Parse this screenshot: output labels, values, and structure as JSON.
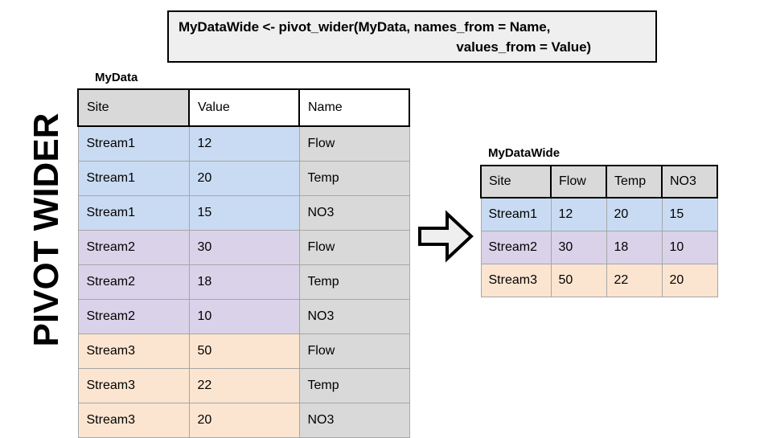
{
  "code_box": {
    "line1": "MyDataWide <- pivot_wider(MyData, names_from = Name,",
    "line2": "values_from = Value)"
  },
  "side_label": {
    "text": "PIVOT WIDER"
  },
  "arrow": {
    "icon": "right-block-arrow-icon",
    "fill": "#efefef",
    "stroke": "#000000"
  },
  "colors": {
    "stream1": "#c9dbf2",
    "stream2": "#d9d2e9",
    "stream3": "#fce5d0",
    "gray": "#d9d9d9",
    "white": "#ffffff",
    "border": "#a6a6a6",
    "header_border": "#000000"
  },
  "long_table": {
    "caption": "MyData",
    "columns": [
      "Site",
      "Value",
      "Name"
    ],
    "header_fills": [
      "gray",
      "white",
      "white"
    ],
    "rows": [
      {
        "cells": [
          "Stream1",
          "12",
          "Flow"
        ],
        "fills": [
          "blue",
          "blue",
          "gray"
        ]
      },
      {
        "cells": [
          "Stream1",
          "20",
          "Temp"
        ],
        "fills": [
          "blue",
          "blue",
          "gray"
        ]
      },
      {
        "cells": [
          "Stream1",
          "15",
          "NO3"
        ],
        "fills": [
          "blue",
          "blue",
          "gray"
        ]
      },
      {
        "cells": [
          "Stream2",
          "30",
          "Flow"
        ],
        "fills": [
          "purple",
          "purple",
          "gray"
        ]
      },
      {
        "cells": [
          "Stream2",
          "18",
          "Temp"
        ],
        "fills": [
          "purple",
          "purple",
          "gray"
        ]
      },
      {
        "cells": [
          "Stream2",
          "10",
          "NO3"
        ],
        "fills": [
          "purple",
          "purple",
          "gray"
        ]
      },
      {
        "cells": [
          "Stream3",
          "50",
          "Flow"
        ],
        "fills": [
          "orange",
          "orange",
          "gray"
        ]
      },
      {
        "cells": [
          "Stream3",
          "22",
          "Temp"
        ],
        "fills": [
          "orange",
          "orange",
          "gray"
        ]
      },
      {
        "cells": [
          "Stream3",
          "20",
          "NO3"
        ],
        "fills": [
          "orange",
          "orange",
          "gray"
        ]
      }
    ]
  },
  "wide_table": {
    "caption": "MyDataWide",
    "columns": [
      "Site",
      "Flow",
      "Temp",
      "NO3"
    ],
    "header_fills": [
      "gray",
      "gray",
      "gray",
      "gray"
    ],
    "rows": [
      {
        "cells": [
          "Stream1",
          "12",
          "20",
          "15"
        ],
        "fills": [
          "blue",
          "blue",
          "blue",
          "blue"
        ]
      },
      {
        "cells": [
          "Stream2",
          "30",
          "18",
          "10"
        ],
        "fills": [
          "purple",
          "purple",
          "purple",
          "purple"
        ]
      },
      {
        "cells": [
          "Stream3",
          "50",
          "22",
          "20"
        ],
        "fills": [
          "orange",
          "orange",
          "orange",
          "orange"
        ]
      }
    ]
  }
}
